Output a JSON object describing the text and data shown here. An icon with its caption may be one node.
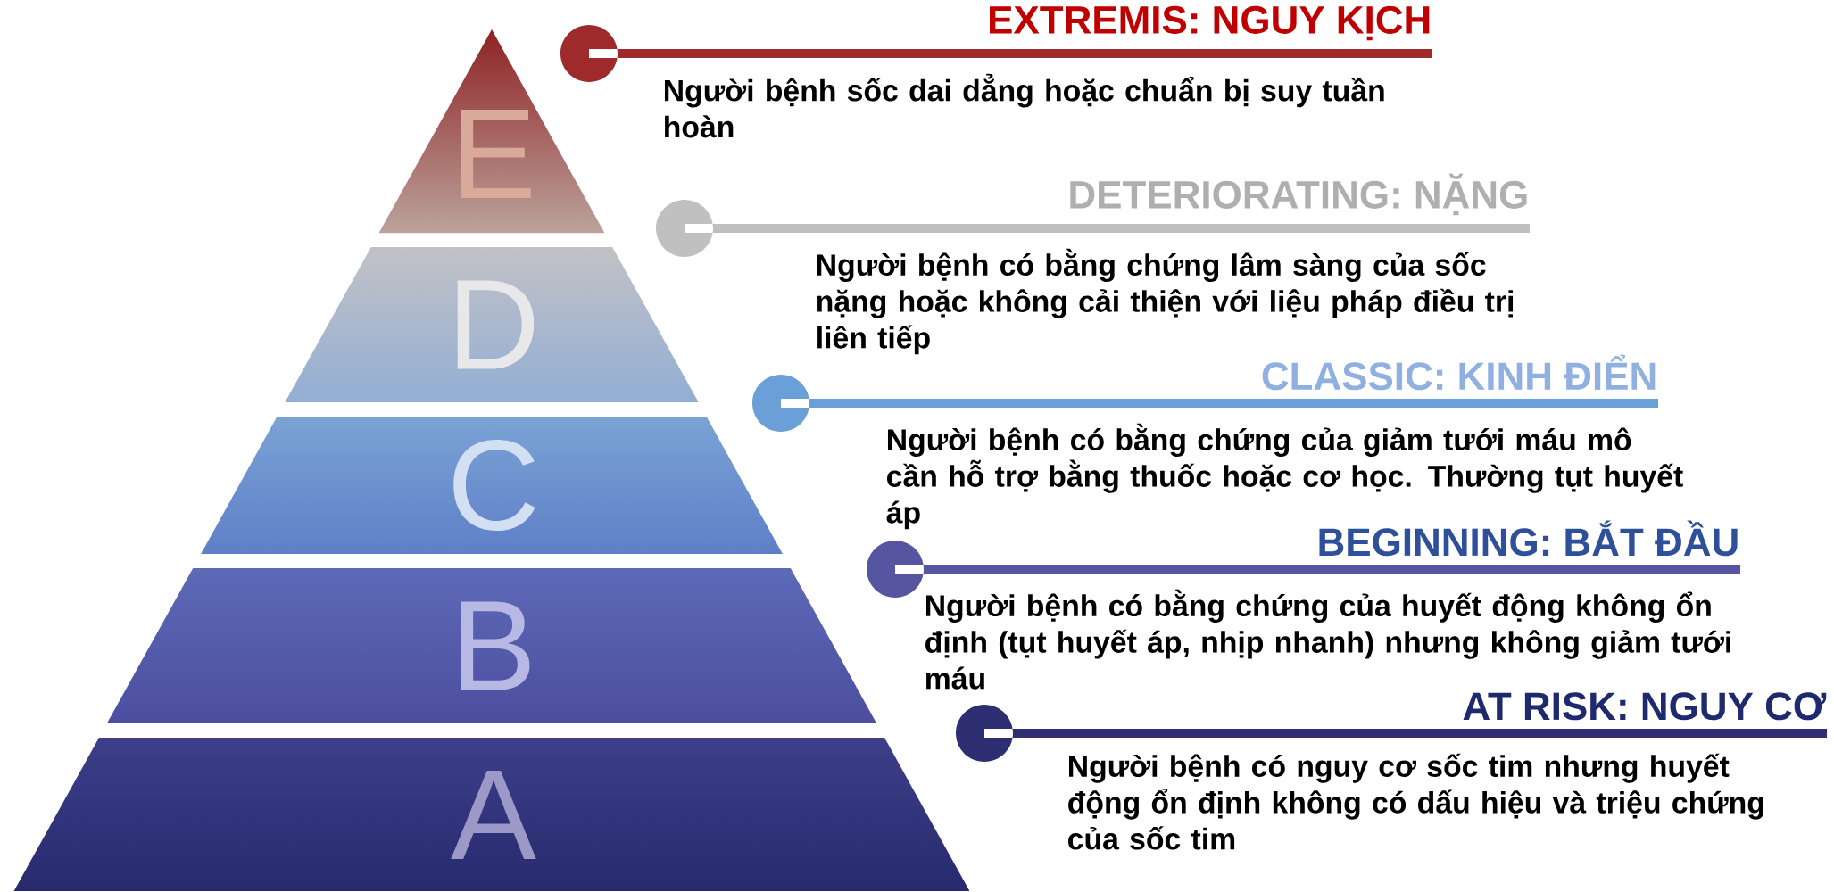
{
  "diagram": {
    "nodes": [
      {
        "text": [
          "E"
        ],
        "beside": [
          "EXTREMIS: NGUY KỊCH",
          "Người bệnh sốc dai dẳng hoặc chuẩn bị suy tuần hoàn"
        ]
      },
      {
        "text": [
          "D"
        ],
        "beside": [
          "DETERIORATING: NẶNG",
          "Người bệnh có bằng chứng lâm sàng của sốc nặng hoặc không cải thiện với liệu pháp điều trị liên tiếp"
        ]
      },
      {
        "text": [
          "C"
        ],
        "beside": [
          "CLASSIC: KINH ĐIỂN",
          "Người bệnh có bằng chứng của giảm tưới máu mô cần hỗ trợ bằng thuốc hoặc cơ học. Thường tụt huyết áp"
        ]
      },
      {
        "text": [
          "B"
        ],
        "beside": [
          "BEGINNING: BẮT ĐẦU",
          "Người bệnh có bằng chứng của huyết động không ổn định (tụt huyết áp, nhịp nhanh) nhưng không giảm tưới máu"
        ]
      },
      {
        "text": [
          "A"
        ],
        "beside": [
          "AT RISK: NGUY CƠ",
          "Người bệnh có nguy cơ sốc tim nhưng huyết động ổn định không có dấu hiệu và triệu chứng của sốc tim"
        ]
      }
    ]
  }
}
